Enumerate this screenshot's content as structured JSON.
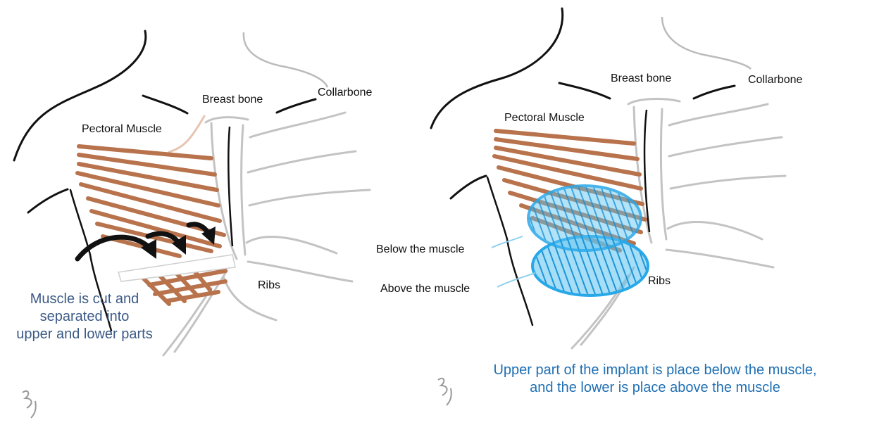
{
  "colors": {
    "muscle": "#b8734d",
    "muscle_light": "#d9a584",
    "bone": "#c3c3c3",
    "outline": "#111111",
    "implant": "#29a8e8",
    "caption_left": "#3c5a86",
    "caption_right": "#1f6fb3"
  },
  "left_panel": {
    "labels": {
      "pectoral": "Pectoral Muscle",
      "breast_bone": "Breast bone",
      "collarbone": "Collarbone",
      "ribs": "Ribs"
    },
    "caption_lines": [
      "Muscle is cut and",
      "separated into",
      "upper and lower parts"
    ]
  },
  "right_panel": {
    "labels": {
      "pectoral": "Pectoral Muscle",
      "breast_bone": "Breast bone",
      "collarbone": "Collarbone",
      "ribs": "Ribs",
      "below": "Below the muscle",
      "above": "Above the muscle"
    },
    "caption_lines": [
      "Upper part of the implant is place below the muscle,",
      "and the lower is place above the muscle"
    ]
  }
}
